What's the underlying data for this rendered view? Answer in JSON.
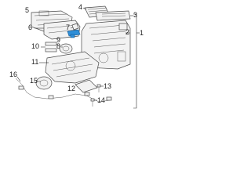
{
  "callouts": {
    "c1": "1",
    "c2": "2",
    "c3": "3",
    "c4": "4",
    "c5": "5",
    "c6": "6",
    "c7": "7",
    "c8": "8",
    "c9": "9",
    "c10": "10",
    "c11": "11",
    "c12": "12",
    "c13": "13",
    "c14": "14",
    "c15": "15",
    "c16": "16"
  },
  "colors": {
    "highlight": "#2f8fd8",
    "line": "#4a4a4a"
  }
}
